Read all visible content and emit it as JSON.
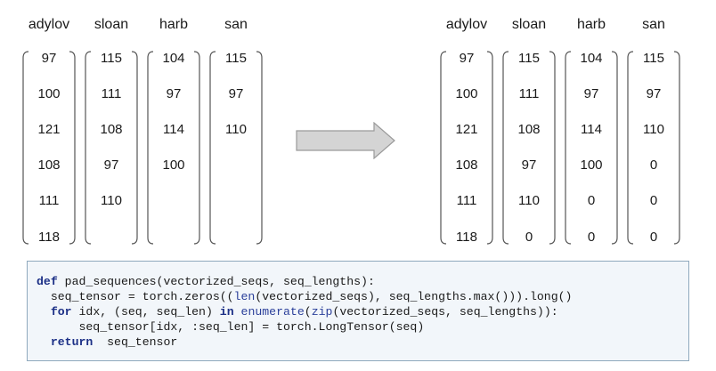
{
  "diagram": {
    "before": {
      "columns": [
        {
          "name": "adylov",
          "values": [
            "97",
            "100",
            "121",
            "108",
            "111",
            "118"
          ]
        },
        {
          "name": "sloan",
          "values": [
            "115",
            "111",
            "108",
            "97",
            "110"
          ]
        },
        {
          "name": "harb",
          "values": [
            "104",
            "97",
            "114",
            "100"
          ]
        },
        {
          "name": "san",
          "values": [
            "115",
            "97",
            "110"
          ]
        }
      ]
    },
    "after": {
      "columns": [
        {
          "name": "adylov",
          "values": [
            "97",
            "100",
            "121",
            "108",
            "111",
            "118"
          ]
        },
        {
          "name": "sloan",
          "values": [
            "115",
            "111",
            "108",
            "97",
            "110",
            "0"
          ]
        },
        {
          "name": "harb",
          "values": [
            "104",
            "97",
            "114",
            "100",
            "0",
            "0"
          ]
        },
        {
          "name": "san",
          "values": [
            "115",
            "97",
            "110",
            "0",
            "0",
            "0"
          ]
        }
      ]
    },
    "arrow_color": "#d4d4d4",
    "bracket_color": "#555555"
  },
  "code": {
    "lines": [
      [
        {
          "t": "def",
          "c": "kw"
        },
        {
          "t": " pad_sequences(vectorized_seqs, seq_lengths):",
          "c": ""
        }
      ],
      [
        {
          "t": "  seq_tensor = torch.zeros((",
          "c": ""
        },
        {
          "t": "len",
          "c": "bi"
        },
        {
          "t": "(vectorized_seqs), seq_lengths.max())).long()",
          "c": ""
        }
      ],
      [
        {
          "t": "  ",
          "c": ""
        },
        {
          "t": "for",
          "c": "kw"
        },
        {
          "t": " idx, (seq, seq_len) ",
          "c": ""
        },
        {
          "t": "in",
          "c": "kw"
        },
        {
          "t": " ",
          "c": ""
        },
        {
          "t": "enumerate",
          "c": "bi"
        },
        {
          "t": "(",
          "c": ""
        },
        {
          "t": "zip",
          "c": "bi"
        },
        {
          "t": "(vectorized_seqs, seq_lengths)):",
          "c": ""
        }
      ],
      [
        {
          "t": "      seq_tensor[idx, :seq_len] = torch.LongTensor(seq)",
          "c": ""
        }
      ],
      [
        {
          "t": "  ",
          "c": ""
        },
        {
          "t": "return",
          "c": "kw"
        },
        {
          "t": "  seq_tensor",
          "c": ""
        }
      ]
    ]
  }
}
